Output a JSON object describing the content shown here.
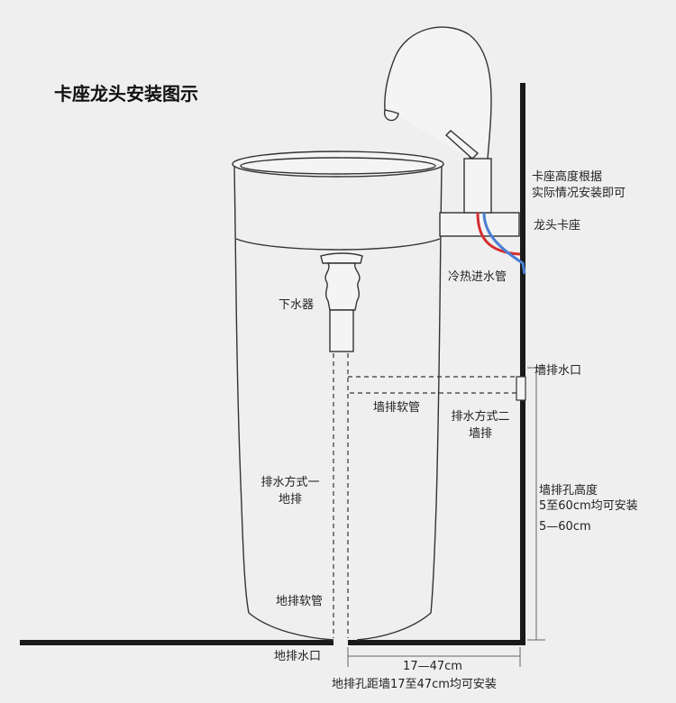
{
  "title": "卡座龙头安装图示",
  "labels": {
    "height_note_line1": "卡座高度根据",
    "height_note_line2": "实际情况安装即可",
    "faucet_seat": "龙头卡座",
    "inlet_pipes": "冷热进水管",
    "drain": "下水器",
    "wall_outlet": "墙排水口",
    "wall_hose": "墙排软管",
    "method2_line1": "排水方式二",
    "method2_line2": "墙排",
    "method1_line1": "排水方式一",
    "method1_line2": "地排",
    "wall_hole_line1": "墙排孔高度",
    "wall_hole_line2": "5至60cm均可安装",
    "wall_hole_range": "5—60cm",
    "floor_hose": "地排软管",
    "floor_outlet": "地排水口",
    "floor_range": "17—47cm",
    "floor_note": "地排孔距墙17至47cm均可安装"
  },
  "colors": {
    "background": "#efefef",
    "line": "#333333",
    "hot_pipe": "#d32f2f",
    "cold_pipe": "#4a7fd4"
  }
}
